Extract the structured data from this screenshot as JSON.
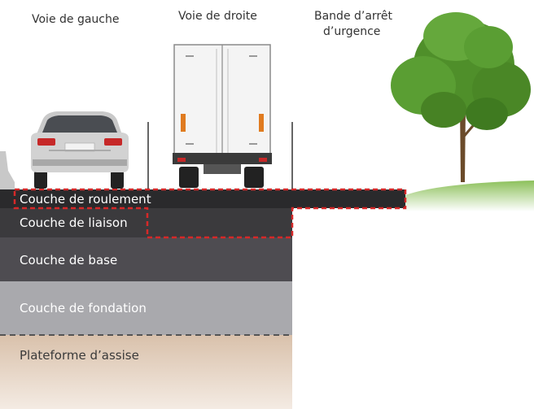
{
  "lanes": {
    "left": "Voie de gauche",
    "right": "Voie de droite",
    "shoulder_line1": "Bande d’arrêt",
    "shoulder_line2": "d’urgence"
  },
  "layers": [
    {
      "name": "Couche de roulement",
      "color": "#2b2b2d"
    },
    {
      "name": "Couche de liaison",
      "color": "#3a393c"
    },
    {
      "name": "Couche de base",
      "color": "#4f4d52"
    },
    {
      "name": "Couche de fondation",
      "color": "#a6a6aa"
    },
    {
      "name": "Plateforme d’assise",
      "color": "#ead8c8"
    }
  ],
  "colors": {
    "highlight": "#d62828",
    "grass": "#5a9e3a",
    "tree": "#4f8f2a"
  }
}
